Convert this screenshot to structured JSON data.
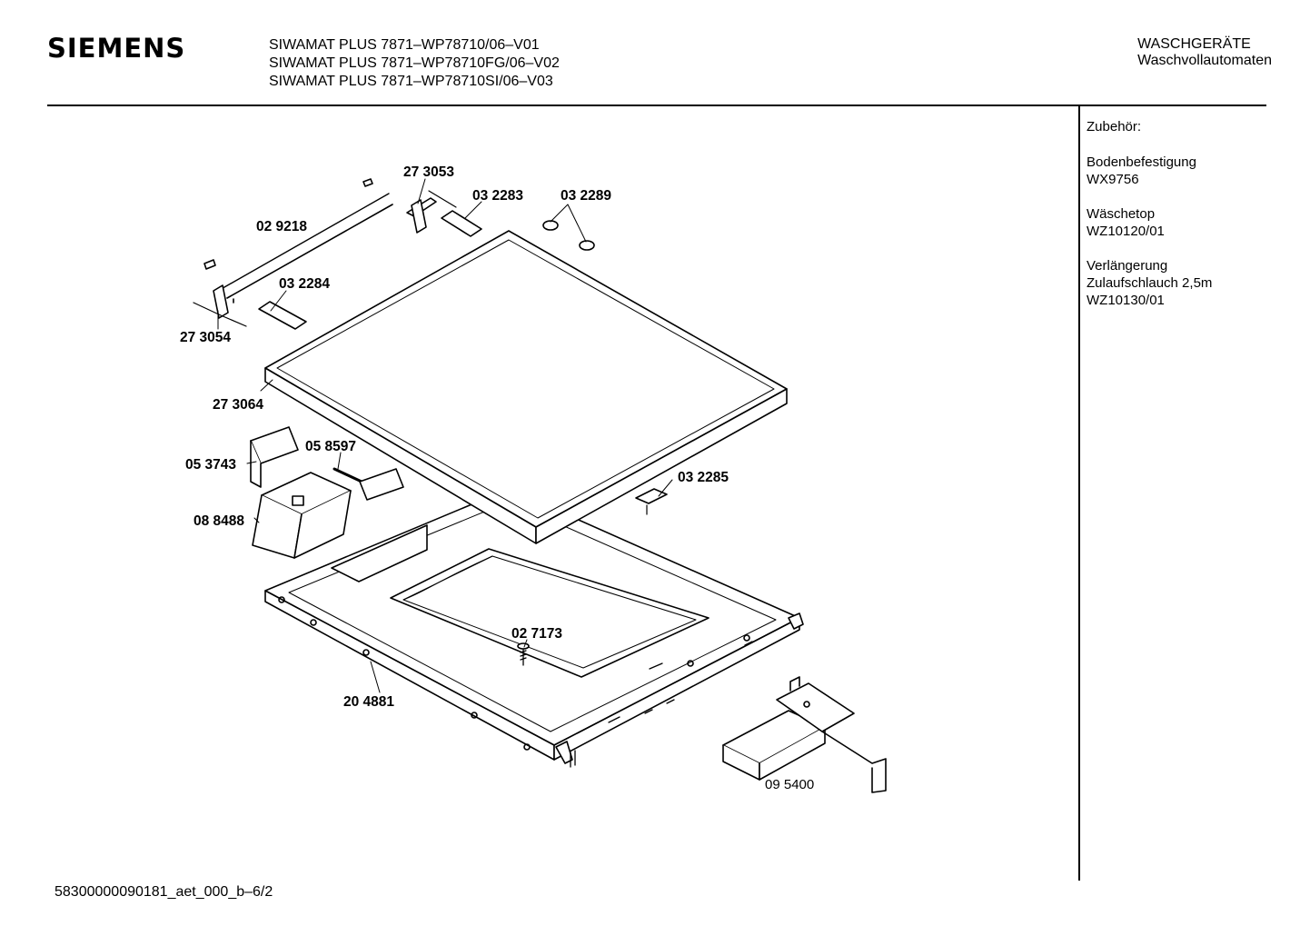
{
  "header": {
    "brand": "SIEMENS",
    "models": [
      "SIWAMAT PLUS 7871–WP78710/06–V01",
      "SIWAMAT PLUS 7871–WP78710FG/06–V02",
      "SIWAMAT PLUS 7871–WP78710SI/06–V03"
    ],
    "category_line1": "WASCHGERÄTE",
    "category_line2": "Waschvollautomaten"
  },
  "accessories": {
    "title": "Zubehör:",
    "items": [
      {
        "name": "Bodenbefestigung",
        "code": "WX9756"
      },
      {
        "name": "Wäschetop",
        "code": "WZ10120/01"
      },
      {
        "name": "Verlängerung",
        "name2": "Zulaufschlauch 2,5m",
        "code": "WZ10130/01"
      }
    ]
  },
  "parts": {
    "p273053": "27 3053",
    "p032283": "03 2283",
    "p032289": "03 2289",
    "p029218": "02 9218",
    "p032284": "03 2284",
    "p273054": "27 3054",
    "p273064": "27 3064",
    "p053743": "05 3743",
    "p058597": "05 8597",
    "p032285": "03 2285",
    "p088488": "08 8488",
    "p027173": "02 7173",
    "p204881": "20 4881",
    "p095400": "09 5400"
  },
  "footer": {
    "doc_id": "58300000090181_aet_000_b–6/2"
  }
}
